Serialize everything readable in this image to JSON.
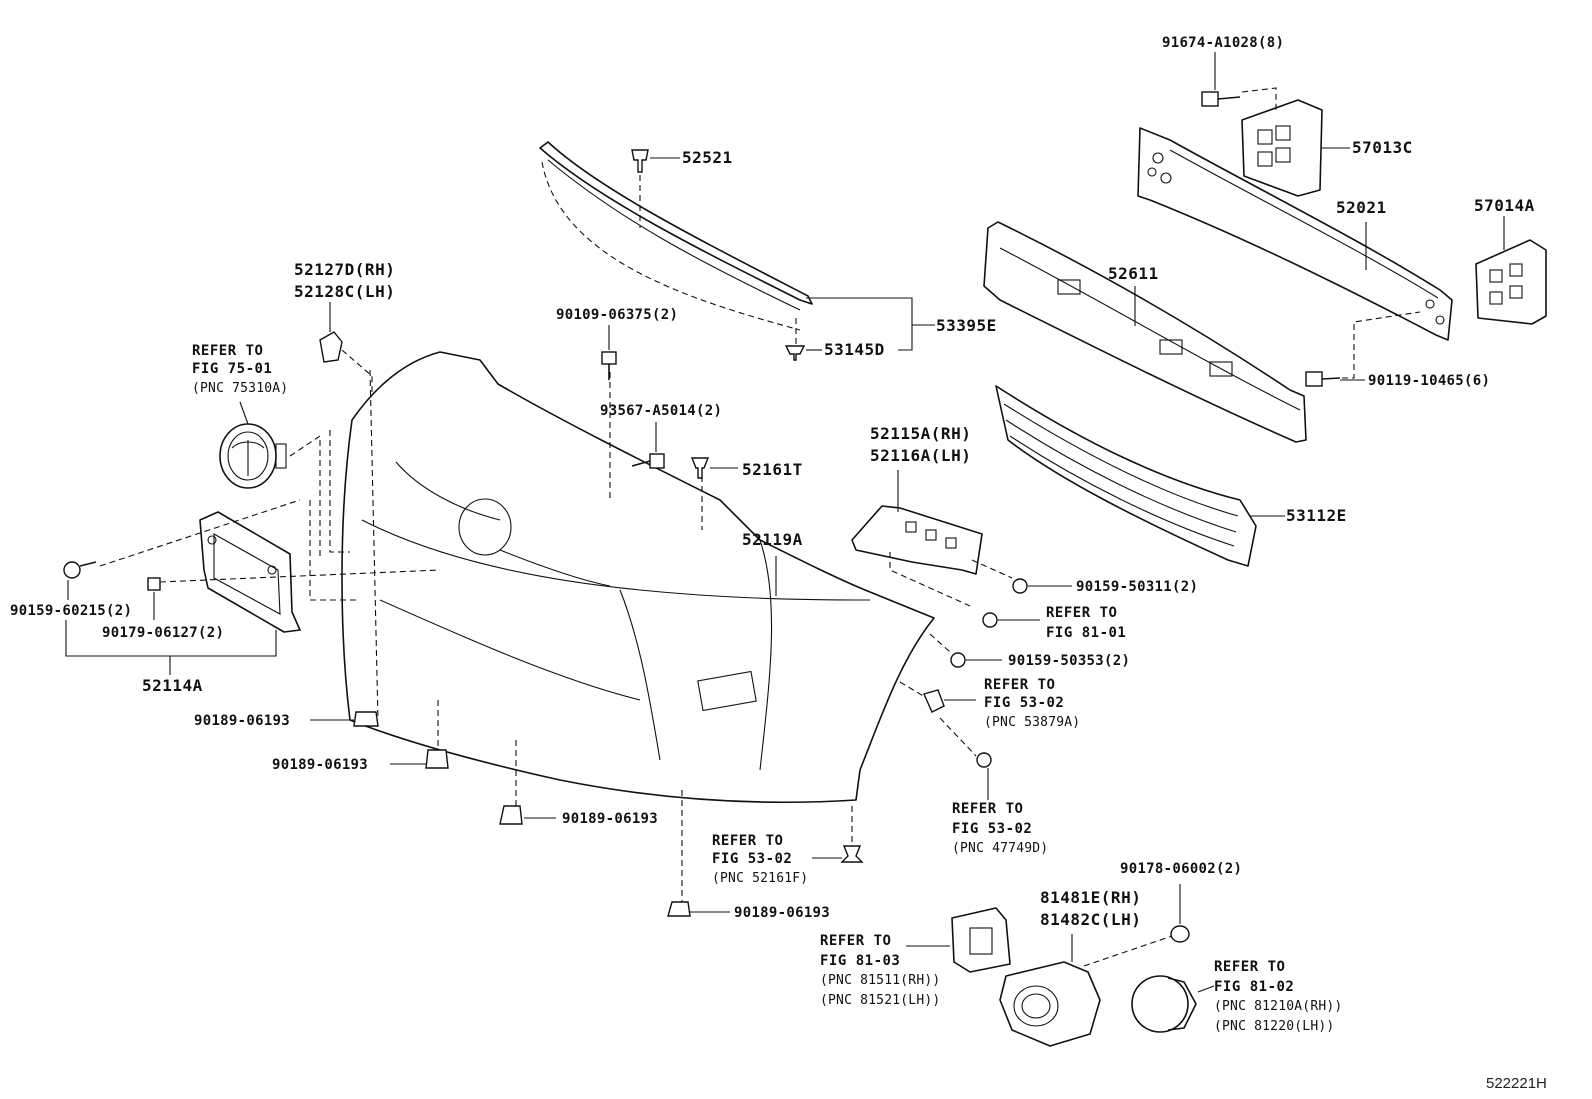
{
  "diagram_id": "522221H",
  "callouts": {
    "p91674": "91674-A1028(8)",
    "p57013c": "57013C",
    "p52521": "52521",
    "p52021": "52021",
    "p57014a": "57014A",
    "p52127d": "52127D(RH)",
    "p52128c": "52128C(LH)",
    "p52611": "52611",
    "p90109": "90109-06375(2)",
    "p53395e": "53395E",
    "p53145d": "53145D",
    "p90119": "90119-10465(6)",
    "p93567": "93567-A5014(2)",
    "p52161t": "52161T",
    "p52115a": "52115A(RH)",
    "p52116a": "52116A(LH)",
    "p53112e": "53112E",
    "p52119a": "52119A",
    "p90159_60215": "90159-60215(2)",
    "p90179": "90179-06127(2)",
    "p52114a": "52114A",
    "p90159_50311": "90159-50311(2)",
    "p90159_50353": "90159-50353(2)",
    "p90189_a": "90189-06193",
    "p90189_b": "90189-06193",
    "p90189_c": "90189-06193",
    "p90189_d": "90189-06193",
    "p90178": "90178-06002(2)",
    "p81481e": "81481E(RH)",
    "p81482c": "81482C(LH)"
  },
  "references": {
    "fig75": {
      "line1": "REFER TO",
      "line2": "FIG 75-01",
      "line3": "(PNC 75310A)"
    },
    "fig81_01": {
      "line1": "REFER TO",
      "line2": "FIG 81-01"
    },
    "fig53_02a": {
      "line1": "REFER TO",
      "line2": "FIG 53-02",
      "line3": "(PNC 53879A)"
    },
    "fig53_02b": {
      "line1": "REFER TO",
      "line2": "FIG 53-02",
      "line3": "(PNC 47749D)"
    },
    "fig53_02c": {
      "line1": "REFER TO",
      "line2": "FIG 53-02",
      "line3": "(PNC 52161F)"
    },
    "fig81_03": {
      "line1": "REFER TO",
      "line2": "FIG 81-03",
      "line3": "(PNC 81511(RH))",
      "line4": "(PNC 81521(LH))"
    },
    "fig81_02": {
      "line1": "REFER TO",
      "line2": "FIG 81-02",
      "line3": "(PNC 81210A(RH))",
      "line4": "(PNC 81220(LH))"
    }
  }
}
